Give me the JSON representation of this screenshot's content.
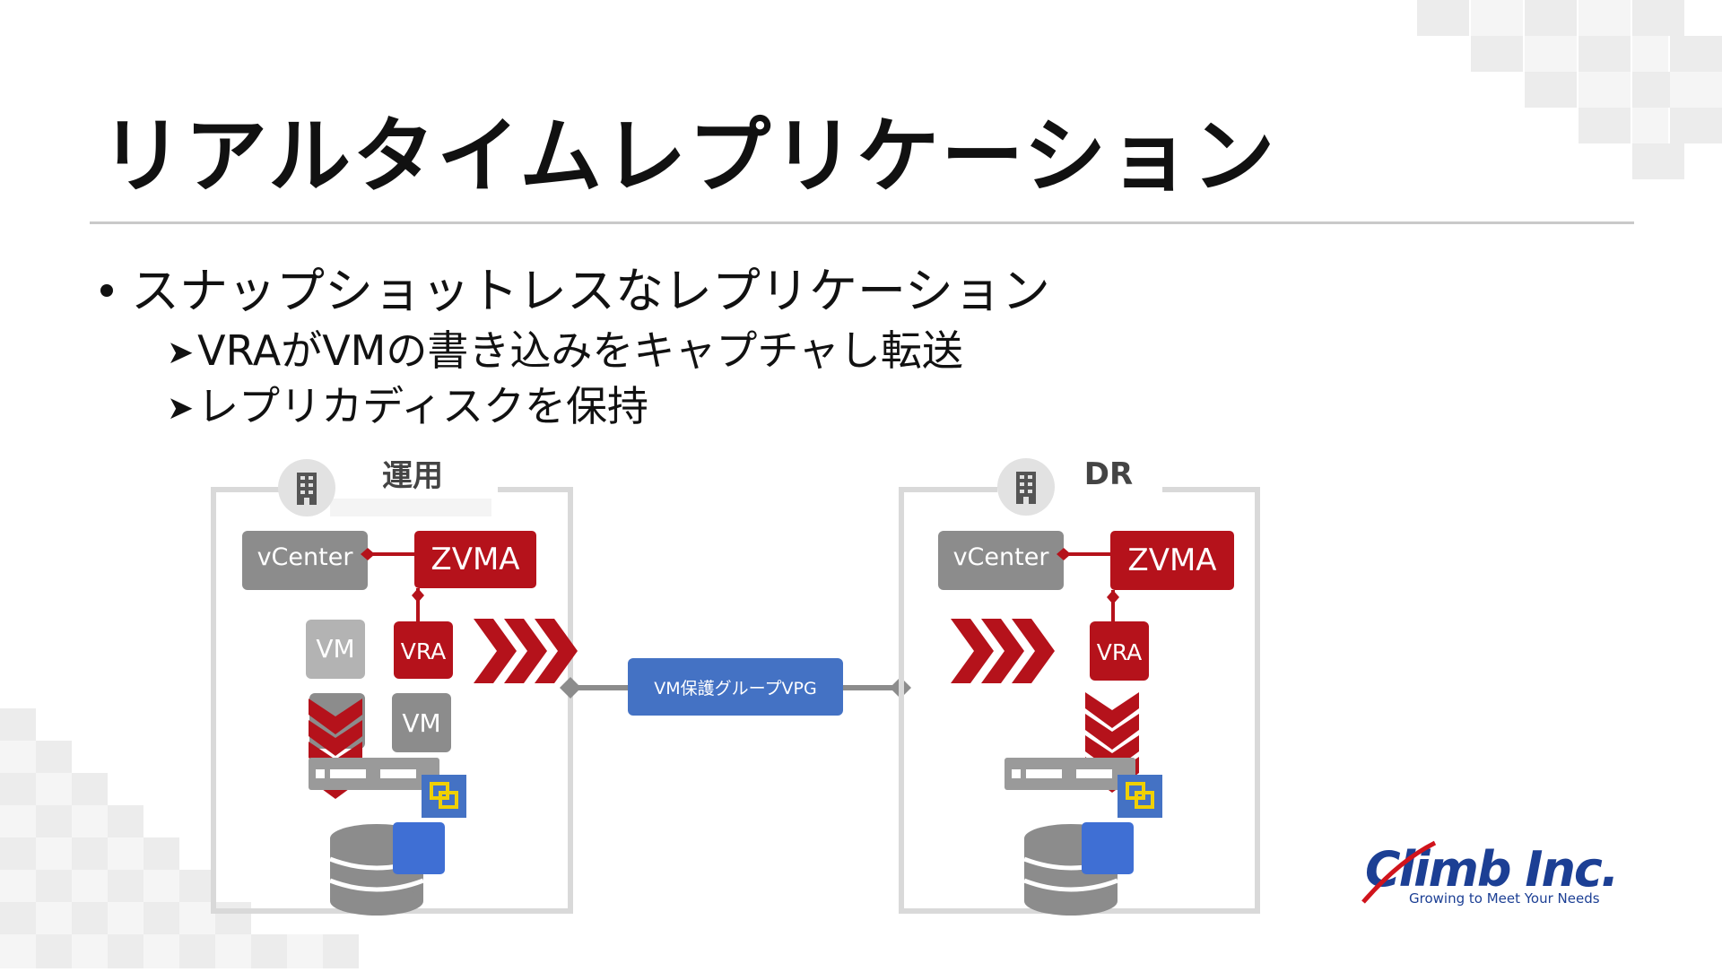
{
  "slide": {
    "title": "リアルタイムレプリケーション",
    "bullet": "スナップショットレスなレプリケーション",
    "sub_items": [
      "VRAがVMの書き込みをキャプチャし転送",
      "レプリカディスクを保持"
    ]
  },
  "diagram": {
    "left_site": {
      "label": "運用",
      "vcenter": "vCenter",
      "zvma": "ZVMA",
      "vra": "VRA",
      "vm_top": "VM",
      "vm_bottom": "VM"
    },
    "right_site": {
      "label": "DR",
      "vcenter": "vCenter",
      "zvma": "ZVMA",
      "vra": "VRA"
    },
    "link_label": "VM保護グループVPG"
  },
  "logo": {
    "name": "Climb Inc.",
    "tagline": "Growing to Meet Your Needs"
  },
  "colors": {
    "red": "#b5121b",
    "gray": "#8c8c8c",
    "blue": "#4472c4",
    "frame": "#d9d9d9"
  }
}
